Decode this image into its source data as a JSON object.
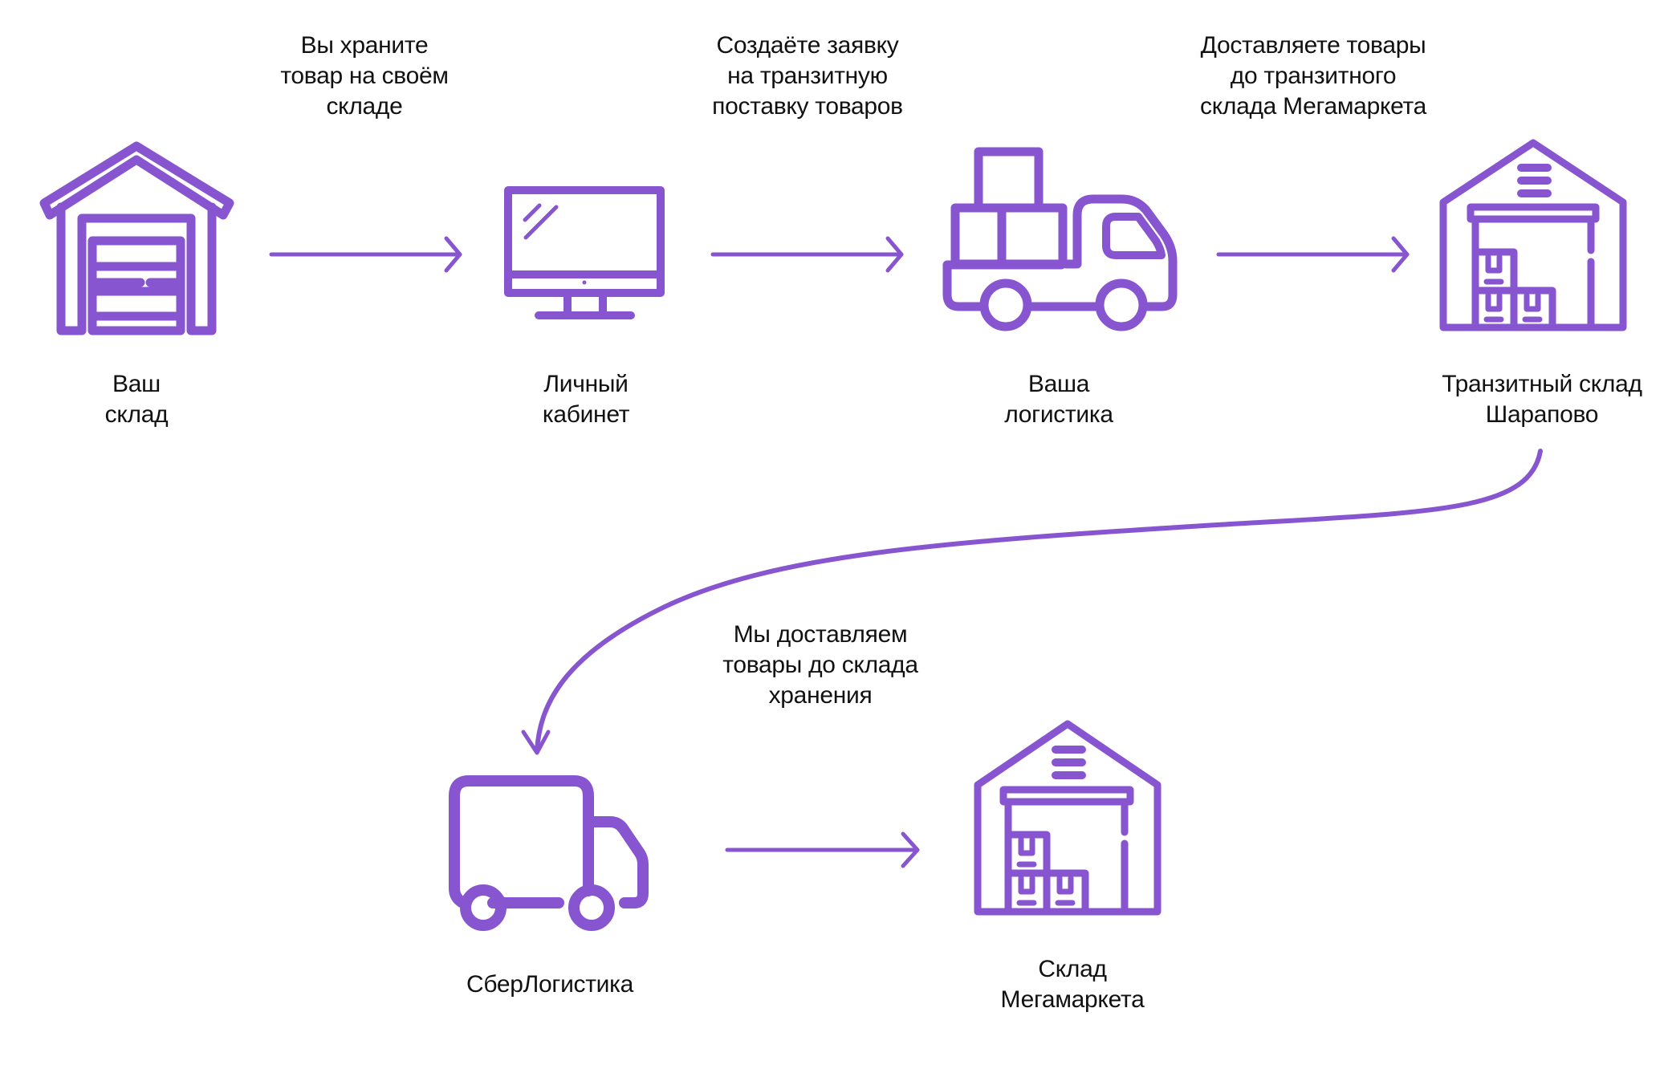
{
  "accent_color": "#8755CF",
  "nodes": [
    {
      "id": "your-warehouse",
      "icon": "garage-warehouse-icon",
      "label_lines": [
        "Ваш",
        "склад"
      ]
    },
    {
      "id": "personal-account",
      "icon": "monitor-icon",
      "label_lines": [
        "Личный",
        "кабинет"
      ]
    },
    {
      "id": "your-logistics",
      "icon": "pickup-truck-with-boxes-icon",
      "label_lines": [
        "Ваша",
        "логистика"
      ]
    },
    {
      "id": "transit-warehouse",
      "icon": "warehouse-with-boxes-icon",
      "label_lines": [
        "Транзитный склад",
        "Шарапово"
      ]
    },
    {
      "id": "sberlogistics",
      "icon": "delivery-truck-icon",
      "label_lines": [
        "СберЛогистика"
      ]
    },
    {
      "id": "megamarket-warehouse",
      "icon": "warehouse-with-boxes-icon",
      "label_lines": [
        "Склад",
        "Мегамаркета"
      ]
    }
  ],
  "steps": [
    {
      "from": "your-warehouse",
      "to": "personal-account",
      "caption_lines": [
        "Вы храните",
        "товар на своём",
        "складе"
      ]
    },
    {
      "from": "personal-account",
      "to": "your-logistics",
      "caption_lines": [
        "Создаёте заявку",
        "на транзитную",
        "поставку товаров"
      ]
    },
    {
      "from": "your-logistics",
      "to": "transit-warehouse",
      "caption_lines": [
        "Доставляете товары",
        "до транзитного",
        "склада Мегамаркета"
      ]
    },
    {
      "from": "transit-warehouse",
      "to": "sberlogistics",
      "caption_lines": [
        "Мы доставляем",
        "товары до склада",
        "хранения"
      ]
    },
    {
      "from": "sberlogistics",
      "to": "megamarket-warehouse",
      "caption_lines": []
    }
  ]
}
